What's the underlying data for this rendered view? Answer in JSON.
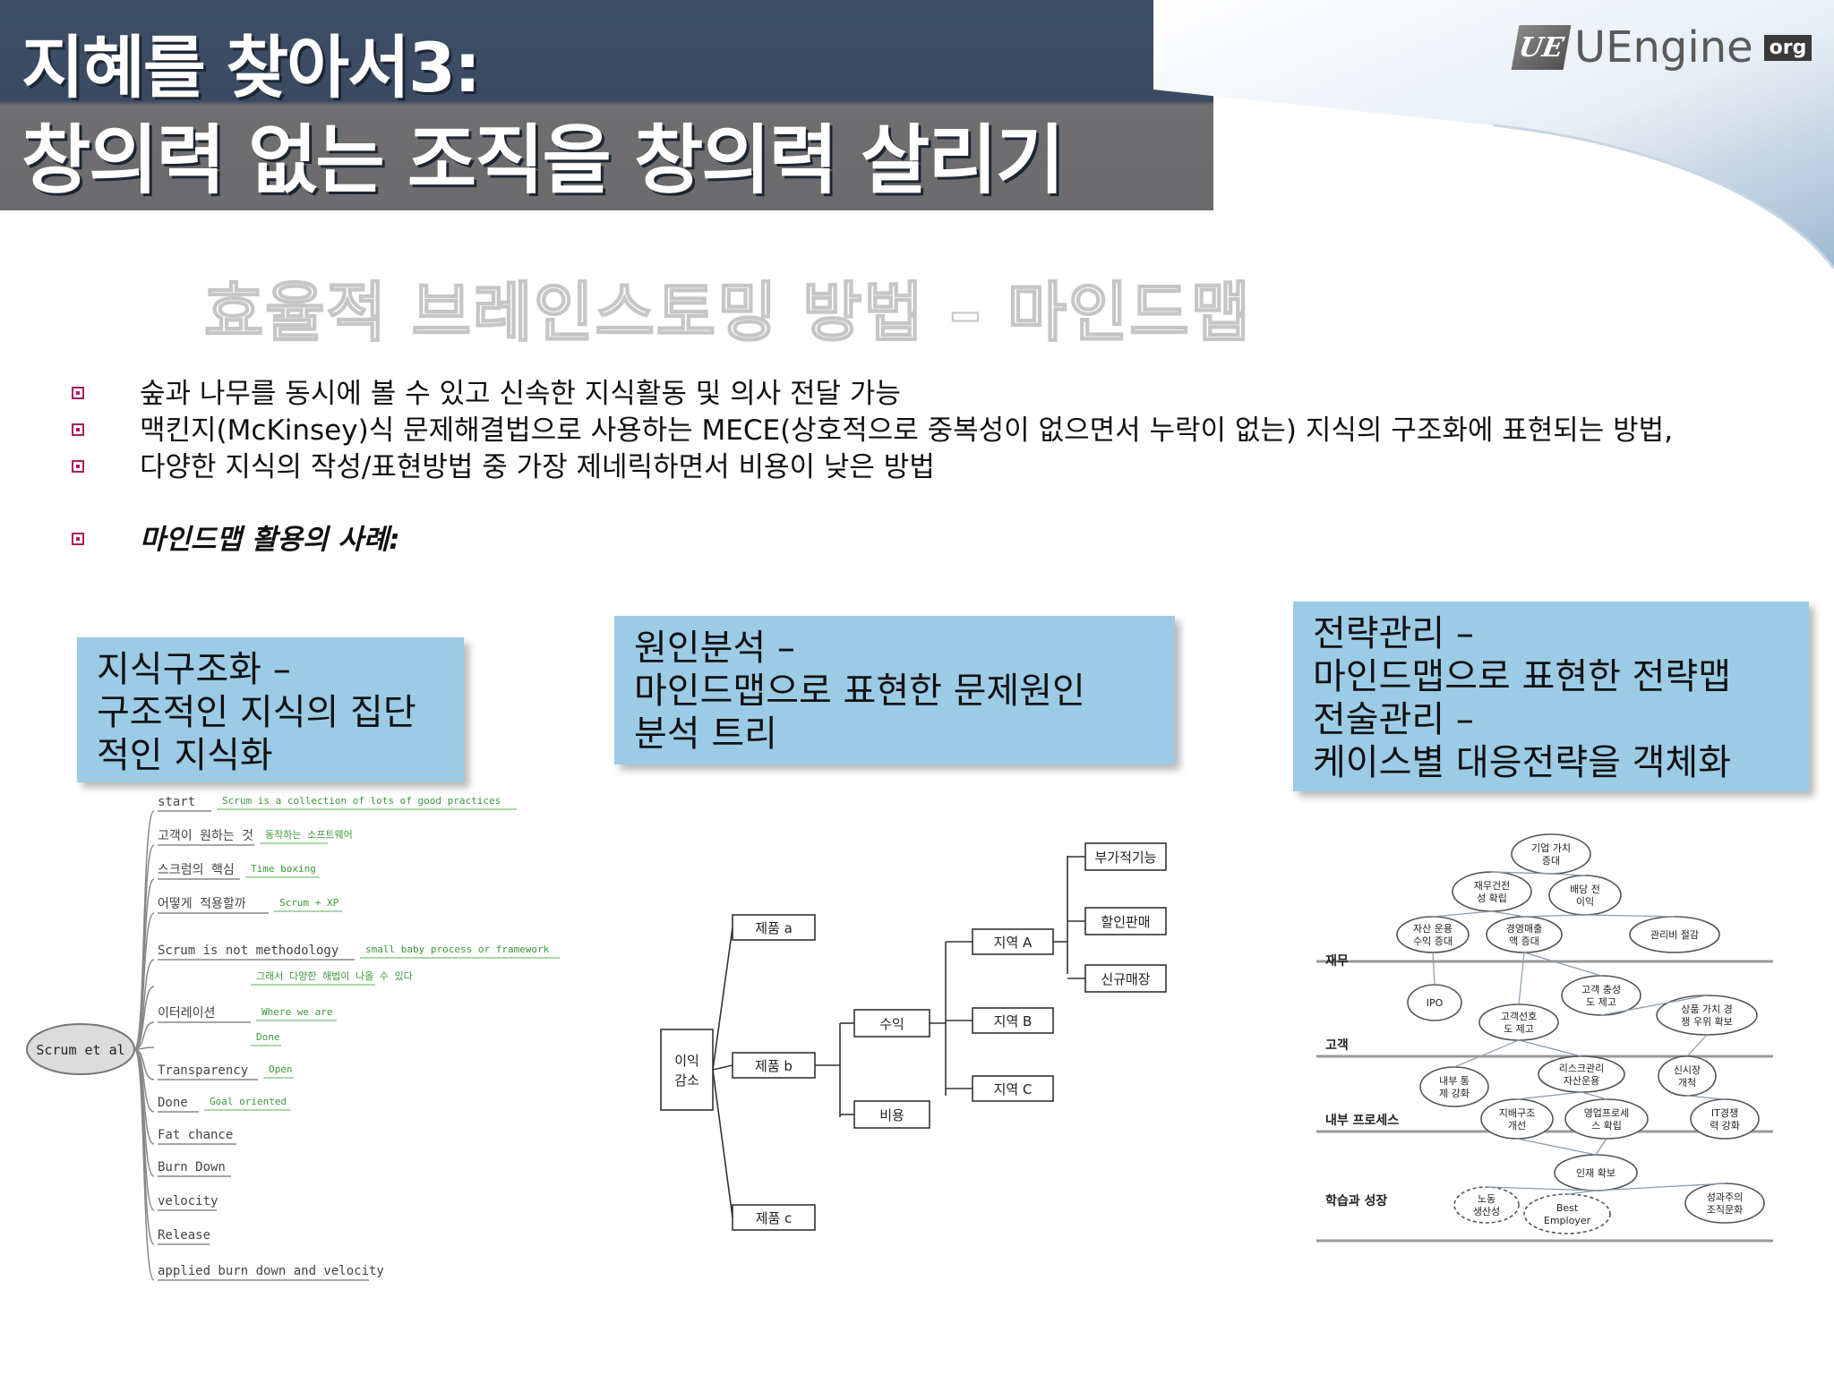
{
  "title": {
    "line1": "지혜를 찾아서3:",
    "line2": "창의력 없는 조직을 창의력 살리기"
  },
  "logo": {
    "mark": "UE",
    "text": "UEngine",
    "badge": "org"
  },
  "subtitle": "효율적 브레인스토밍 방법 – 마인드맵",
  "bullets": [
    "숲과 나무를 동시에 볼 수 있고 신속한 지식활동 및 의사 전달 가능",
    "맥킨지(McKinsey)식 문제해결법으로 사용하는 MECE(상호적으로 중복성이 없으면서 누락이 없는) 지식의 구조화에 표현되는 방법,",
    "다양한 지식의 작성/표현방법 중 가장 제네릭하면서 비용이 낮은 방법"
  ],
  "example_heading": "마인드맵 활용의 사례:",
  "callouts": {
    "left": [
      "지식구조화 –",
      "구조적인 지식의 집단",
      "적인 지식화"
    ],
    "middle": [
      "원인분석 –",
      "마인드맵으로 표현한 문제원인",
      "분석 트리"
    ],
    "right": [
      "전략관리 –",
      "마인드맵으로 표현한 전략맵",
      "전술관리 –",
      "케이스별 대응전략을 객체화"
    ]
  },
  "mindmap": {
    "root": "Scrum et al",
    "branches": [
      {
        "label": "start",
        "note": "Scrum is a collection of lots of good practices"
      },
      {
        "label": "고객이 원하는 것",
        "note": "동작하는 소프트웨어"
      },
      {
        "label": "스크럼의 핵심",
        "note": "Time boxing"
      },
      {
        "label": "어떻게 적용할까",
        "note": "Scrum + XP"
      },
      {
        "label": "Scrum is not methodology",
        "note": "small baby process or framework"
      },
      {
        "label": "",
        "note": "그래서 다양한 해법이 나올 수 있다"
      },
      {
        "label": "이터레이션",
        "note": "Where we are"
      },
      {
        "label": "",
        "note": "Done"
      },
      {
        "label": "Transparency",
        "note": "Open"
      },
      {
        "label": "Done",
        "note": "Goal oriented"
      },
      {
        "label": "Fat chance",
        "note": ""
      },
      {
        "label": "Burn Down",
        "note": ""
      },
      {
        "label": "velocity",
        "note": ""
      },
      {
        "label": "Release",
        "note": ""
      },
      {
        "label": "applied burn down and velocity",
        "note": ""
      }
    ]
  },
  "cause_tree": {
    "root": [
      "이익",
      "감소"
    ],
    "products": [
      "제품 a",
      "제품 b",
      "제품 c"
    ],
    "revenue": "수익",
    "cost": "비용",
    "regions": [
      "지역 A",
      "지역 B",
      "지역 C"
    ],
    "factors": [
      "부가적기능",
      "할인판매",
      "신규매장"
    ]
  },
  "strategy_map": {
    "lanes": [
      "재무",
      "고객",
      "내부 프로세스",
      "학습과 성장"
    ],
    "nodes": [
      [
        "기업 가치",
        "증대"
      ],
      [
        "재무건전",
        "성 확립"
      ],
      [
        "배당 전",
        "이익"
      ],
      [
        "자산 운용",
        "수익 증대"
      ],
      [
        "경영매출",
        "액 증대"
      ],
      [
        "관리비 절감"
      ],
      [
        "고객 충성",
        "도 제고"
      ],
      [
        "IPO"
      ],
      [
        "고객선호",
        "도 제고"
      ],
      [
        "상품 가치 경",
        "쟁 우위 확보"
      ],
      [
        "리스크관리",
        "자산운용"
      ],
      [
        "신시장",
        "개척"
      ],
      [
        "내부 통",
        "제 강화"
      ],
      [
        "지배구조",
        "개선"
      ],
      [
        "영업프로세",
        "스 확립"
      ],
      [
        "IT경쟁",
        "력 강화"
      ],
      [
        "인재 확보"
      ],
      [
        "노동",
        "생산성"
      ],
      [
        "Best",
        "Employer"
      ],
      [
        "성과주의",
        "조직문화"
      ]
    ]
  }
}
